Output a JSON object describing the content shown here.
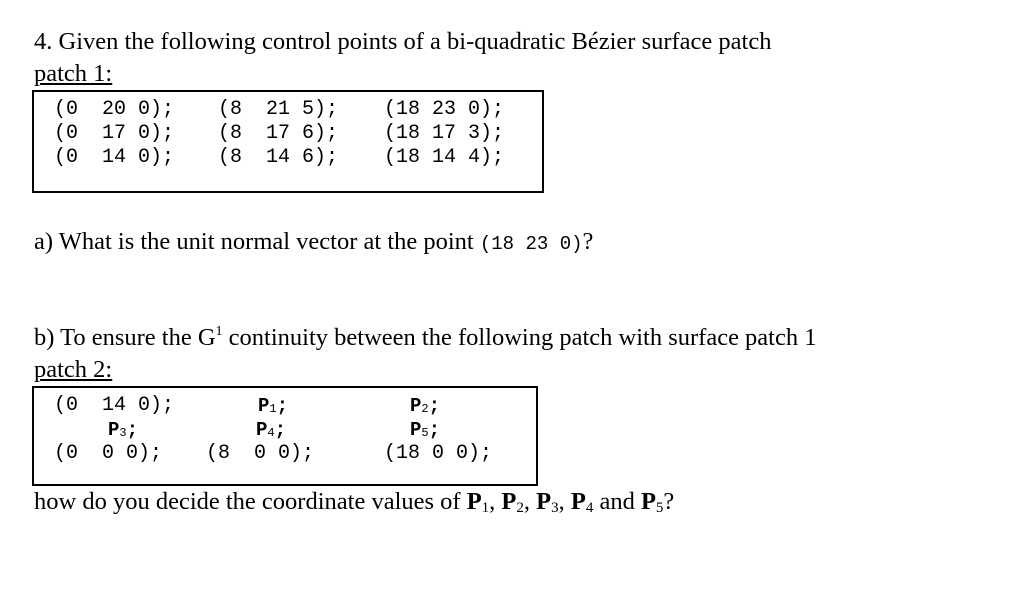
{
  "question": {
    "title": "4. Given the following control points of a bi-quadratic Bézier surface patch",
    "patch1_label": "patch 1:",
    "patch1_rows": [
      [
        "(0  20 0);",
        "(8  21 5);",
        "(18 23 0);"
      ],
      [
        "(0  17 0);",
        "(8  17 6);",
        "(18 17 3);"
      ],
      [
        "(0  14 0);",
        "(8  14 6);",
        "(18 14 4);"
      ]
    ],
    "part_a": {
      "prefix": "a) What is the unit normal vector at the point ",
      "point": "(18 23 0)",
      "suffix": "?"
    },
    "part_b": {
      "prefix": "b) To ensure the G",
      "superscript": "1",
      "suffix": " continuity between the following patch with surface patch 1"
    },
    "patch2_label": "patch 2:",
    "patch2": {
      "r0c0": "(0  14 0);",
      "r0c1": {
        "letter": "P",
        "index": "1",
        "tail": ";"
      },
      "r0c2": {
        "letter": "P",
        "index": "2",
        "tail": ";"
      },
      "r1c0": {
        "letter": "P",
        "index": "3",
        "tail": ";"
      },
      "r1c1": {
        "letter": "P",
        "index": "4",
        "tail": ";"
      },
      "r1c2": {
        "letter": "P",
        "index": "5",
        "tail": ";"
      },
      "r2c0": "(0  0 0);",
      "r2c1": "(8  0 0);",
      "r2c2": "(18 0 0);"
    },
    "final_question": {
      "text1": "how do you decide the coordinate values of ",
      "p1": "P",
      "p1_idx": "1",
      "sep1": ", ",
      "p2": "P",
      "p2_idx": "2",
      "sep2": ", ",
      "p3": "P",
      "p3_idx": "3",
      "sep3": ", ",
      "p4": "P",
      "p4_idx": "4",
      "sep4": " and ",
      "p5": "P",
      "p5_idx": "5",
      "end": "?"
    }
  }
}
